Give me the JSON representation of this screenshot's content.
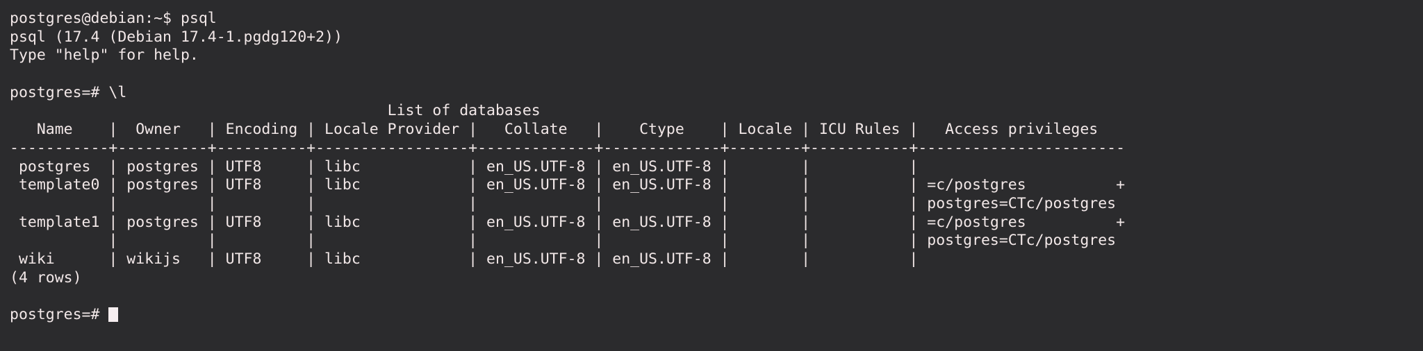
{
  "terminal": {
    "background_color": "#2b2b2d",
    "foreground_color": "#f2e8e8",
    "cursor_color": "#f6eef0",
    "shell_prompt": "postgres@debian:~$",
    "shell_command": "psql",
    "psql_version_line": "psql (17.4 (Debian 17.4-1.pgdg120+2))",
    "help_line": "Type \"help\" for help.",
    "psql_prompt": "postgres=#",
    "meta_command": "\\l",
    "row_count_line": "(4 rows)",
    "lines": {
      "l1": "postgres@debian:~$ psql",
      "l2": "psql (17.4 (Debian 17.4-1.pgdg120+2))",
      "l3": "Type \"help\" for help.",
      "l4": "",
      "l5": "postgres=# \\l",
      "l6": "                                          List of databases",
      "l7": "   Name    |  Owner   | Encoding | Locale Provider |   Collate   |    Ctype    | Locale | ICU Rules |   Access privileges   ",
      "l8": "-----------+----------+----------+-----------------+-------------+-------------+--------+-----------+-----------------------",
      "l9": " postgres  | postgres | UTF8     | libc            | en_US.UTF-8 | en_US.UTF-8 |        |           |                       ",
      "l10": " template0 | postgres | UTF8     | libc            | en_US.UTF-8 | en_US.UTF-8 |        |           | =c/postgres          +",
      "l11": "           |          |          |                 |             |             |        |           | postgres=CTc/postgres ",
      "l12": " template1 | postgres | UTF8     | libc            | en_US.UTF-8 | en_US.UTF-8 |        |           | =c/postgres          +",
      "l13": "           |          |          |                 |             |             |        |           | postgres=CTc/postgres ",
      "l14": " wiki      | wikijs   | UTF8     | libc            | en_US.UTF-8 | en_US.UTF-8 |        |           |                       ",
      "l15": "(4 rows)",
      "l16": "",
      "l17_prompt": "postgres=# "
    },
    "table": {
      "title": "List of databases",
      "columns": [
        {
          "header": "Name",
          "width": 11
        },
        {
          "header": "Owner",
          "width": 10
        },
        {
          "header": "Encoding",
          "width": 10
        },
        {
          "header": "Locale Provider",
          "width": 17
        },
        {
          "header": "Collate",
          "width": 13
        },
        {
          "header": "Ctype",
          "width": 13
        },
        {
          "header": "Locale",
          "width": 8
        },
        {
          "header": "ICU Rules",
          "width": 11
        },
        {
          "header": "Access privileges",
          "width": 23
        }
      ],
      "rows": [
        {
          "name": "postgres",
          "owner": "postgres",
          "encoding": "UTF8",
          "locale_provider": "libc",
          "collate": "en_US.UTF-8",
          "ctype": "en_US.UTF-8",
          "locale": "",
          "icu_rules": "",
          "access_privileges": ""
        },
        {
          "name": "template0",
          "owner": "postgres",
          "encoding": "UTF8",
          "locale_provider": "libc",
          "collate": "en_US.UTF-8",
          "ctype": "en_US.UTF-8",
          "locale": "",
          "icu_rules": "",
          "access_privileges": "=c/postgres\npostgres=CTc/postgres"
        },
        {
          "name": "template1",
          "owner": "postgres",
          "encoding": "UTF8",
          "locale_provider": "libc",
          "collate": "en_US.UTF-8",
          "ctype": "en_US.UTF-8",
          "locale": "",
          "icu_rules": "",
          "access_privileges": "=c/postgres\npostgres=CTc/postgres"
        },
        {
          "name": "wiki",
          "owner": "wikijs",
          "encoding": "UTF8",
          "locale_provider": "libc",
          "collate": "en_US.UTF-8",
          "ctype": "en_US.UTF-8",
          "locale": "",
          "icu_rules": "",
          "access_privileges": ""
        }
      ]
    }
  }
}
